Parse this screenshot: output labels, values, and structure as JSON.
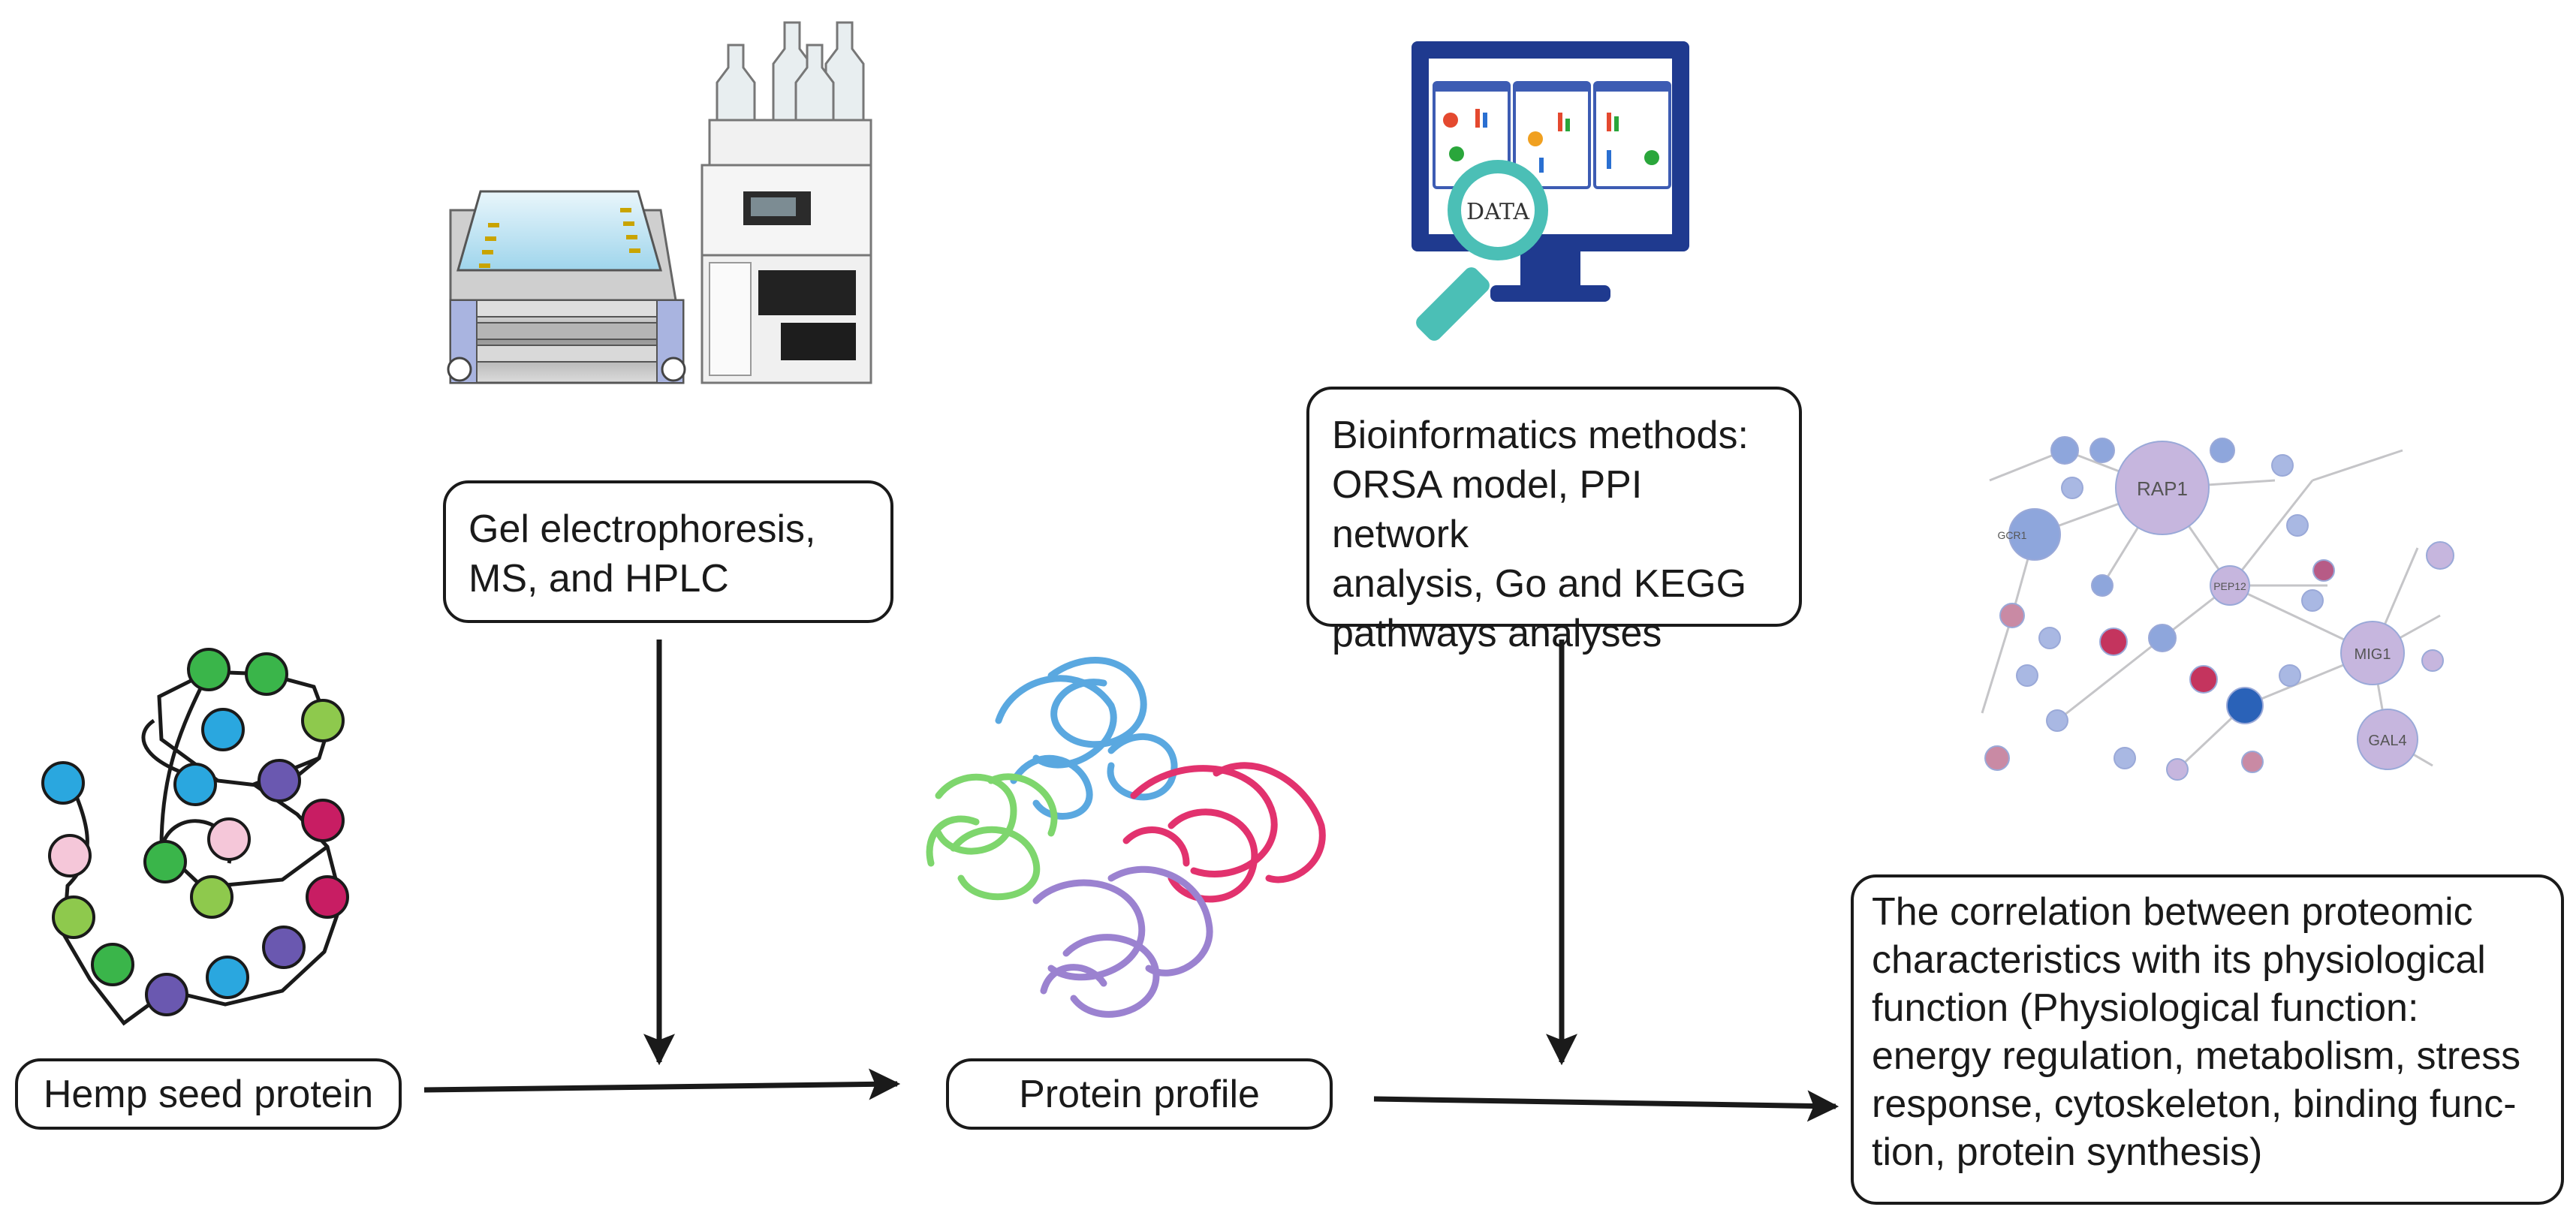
{
  "boxes": {
    "hemp_seed": "Hemp seed protein",
    "protein_profile": "Protein profile",
    "methods_lines": [
      "Gel electrophoresis,",
      "MS, and HPLC"
    ],
    "bioinfo_lines": [
      "Bioinformatics methods:",
      "ORSA model, PPI network",
      "analysis, Go and KEGG",
      "pathways analyses"
    ],
    "correlation_lines": [
      "The correlation between proteomic",
      "characteristics with its physiological",
      "function (Physiological function:",
      "energy regulation, metabolism, stress",
      "response, cytoskeleton, binding func-",
      "tion, protein synthesis)"
    ]
  },
  "monitor": {
    "magnifier_label": "DATA"
  },
  "network": {
    "labels": [
      "RAP1",
      "GCR1",
      "PEP12",
      "MIG1",
      "GAL4"
    ]
  },
  "colors": {
    "green": "#5cc04a",
    "blue": "#2aa7df",
    "purple": "#6a58b0",
    "magenta": "#c81d63",
    "pink": "#f5c7d9",
    "light_green": "#8ec94d",
    "monitor_blue": "#1f3a8f",
    "magnifier": "#4bbfb6"
  }
}
